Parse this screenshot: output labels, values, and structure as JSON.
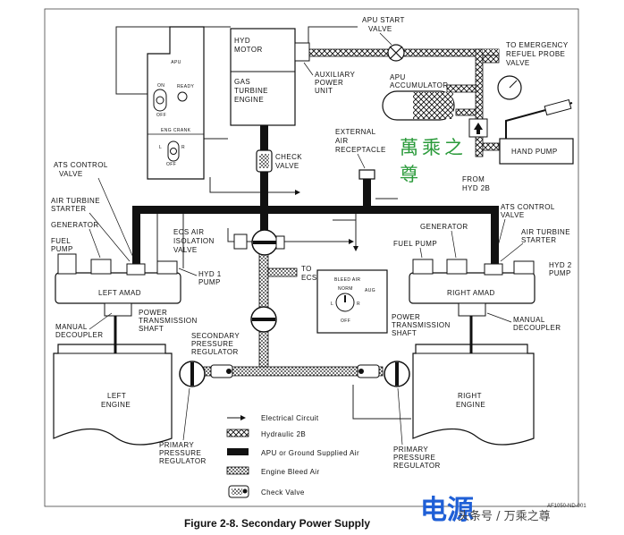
{
  "caption": "Figure 2-8. Secondary Power Supply",
  "part_number": "AF1050-ND-001",
  "watermark": {
    "top_chars": "萬乘之尊",
    "mid_chars": "电源",
    "bottom_text": "头条号 / 万乘之尊"
  },
  "labels": {
    "apu_panel_title": "APU",
    "apu_on": "ON",
    "apu_off": "OFF",
    "apu_ready": "READY",
    "eng_crank": "ENG CRANK",
    "crank_l": "L",
    "crank_r": "R",
    "crank_off": "OFF",
    "hyd_motor": [
      "HYD",
      "MOTOR"
    ],
    "gas_turbine": [
      "GAS",
      "TURBINE",
      "ENGINE"
    ],
    "aux_power": [
      "AUXILIARY",
      "POWER",
      "UNIT"
    ],
    "apu_start_valve": [
      "APU START",
      "VALVE"
    ],
    "emergency_refuel": [
      "TO EMERGENCY",
      "REFUEL PROBE",
      "VALVE"
    ],
    "apu_accumulator": [
      "APU",
      "ACCUMULATOR"
    ],
    "hand_pump": "HAND PUMP",
    "check_valve_label": [
      "CHECK",
      "VALVE"
    ],
    "external_air": [
      "EXTERNAL",
      "AIR",
      "RECEPTACLE"
    ],
    "from_hyd": [
      "FROM",
      "HYD 2B"
    ],
    "ats_left": [
      "ATS CONTROL",
      "VALVE"
    ],
    "air_turbine_left": [
      "AIR TURBINE",
      "STARTER"
    ],
    "generator_left": "GENERATOR",
    "fuel_pump_left": [
      "FUEL",
      "PUMP"
    ],
    "ecs_isolation": [
      "ECS AIR",
      "ISOLATION",
      "VALVE"
    ],
    "hyd1_pump": [
      "HYD 1",
      "PUMP"
    ],
    "left_amad": "LEFT AMAD",
    "to_ecs": [
      "TO",
      "ECS"
    ],
    "bleed_air": "BLEED AIR",
    "norm": "NORM",
    "aug": "AUG",
    "bleed_l": "L",
    "bleed_r": "R",
    "bleed_off": "OFF",
    "generator_right": "GENERATOR",
    "fuel_pump_right": "FUEL PUMP",
    "ats_right": [
      "ATS CONTROL",
      "VALVE"
    ],
    "air_turbine_right": [
      "AIR TURBINE",
      "STARTER"
    ],
    "hyd2_pump": [
      "HYD 2",
      "PUMP"
    ],
    "right_amad": "RIGHT AMAD",
    "manual_decoupler_left": [
      "MANUAL",
      "DECOUPLER"
    ],
    "pts_left": [
      "POWER",
      "TRANSMISSION",
      "SHAFT"
    ],
    "secondary_reg": [
      "SECONDARY",
      "PRESSURE",
      "REGULATOR"
    ],
    "pts_right": [
      "POWER",
      "TRANSMISSION",
      "SHAFT"
    ],
    "manual_decoupler_right": [
      "MANUAL",
      "DECOUPLER"
    ],
    "left_engine": [
      "LEFT",
      "ENGINE"
    ],
    "right_engine": [
      "RIGHT",
      "ENGINE"
    ],
    "primary_reg_left": [
      "PRIMARY",
      "PRESSURE",
      "REGULATOR"
    ],
    "primary_reg_right": [
      "PRIMARY",
      "PRESSURE",
      "REGULATOR"
    ]
  },
  "legend": [
    {
      "key": "electrical",
      "label": "Electrical Circuit"
    },
    {
      "key": "hydraulic",
      "label": "Hydraulic 2B"
    },
    {
      "key": "apu_air",
      "label": "APU or Ground Supplied Air"
    },
    {
      "key": "bleed_air",
      "label": "Engine Bleed Air"
    },
    {
      "key": "check_valve",
      "label": "Check Valve"
    }
  ]
}
